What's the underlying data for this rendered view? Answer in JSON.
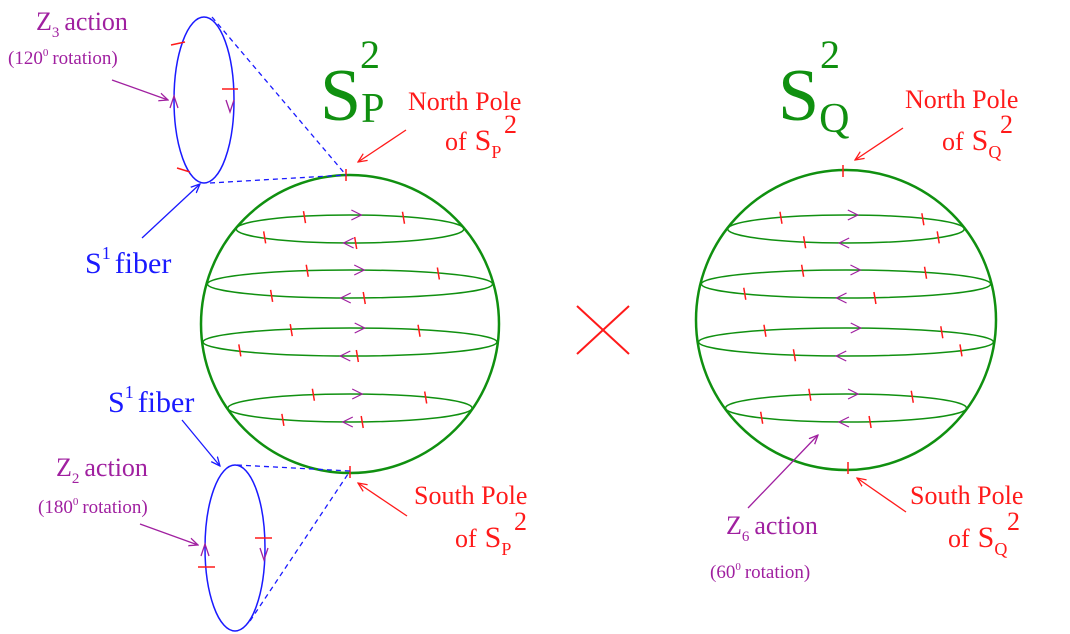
{
  "colors": {
    "green": "#109010",
    "red": "#ff1a1a",
    "blue": "#1a1aff",
    "purple": "#a020a0"
  },
  "sphere_p": {
    "symbol_base": "S",
    "symbol_sub": "P",
    "symbol_sup": "2"
  },
  "sphere_q": {
    "symbol_base": "S",
    "symbol_sub": "Q",
    "symbol_sup": "2"
  },
  "labels": {
    "north_pole": "North Pole",
    "south_pole": "South Pole",
    "of_prefix": "of",
    "s_base": "S",
    "sub_p": "P",
    "sub_q": "Q",
    "sup_2": "2",
    "fiber_base": "S",
    "fiber_sup": "1",
    "fiber_word": "fiber",
    "z_base": "Z",
    "z3_sub": "3",
    "z2_sub": "2",
    "z6_sub": "6",
    "action_word": "action",
    "rot_120": "(120",
    "rot_180": "(180",
    "rot_60": "(60",
    "degree_sup": "0",
    "rotation_word": "rotation)"
  },
  "product_symbol": "cross-product-icon"
}
